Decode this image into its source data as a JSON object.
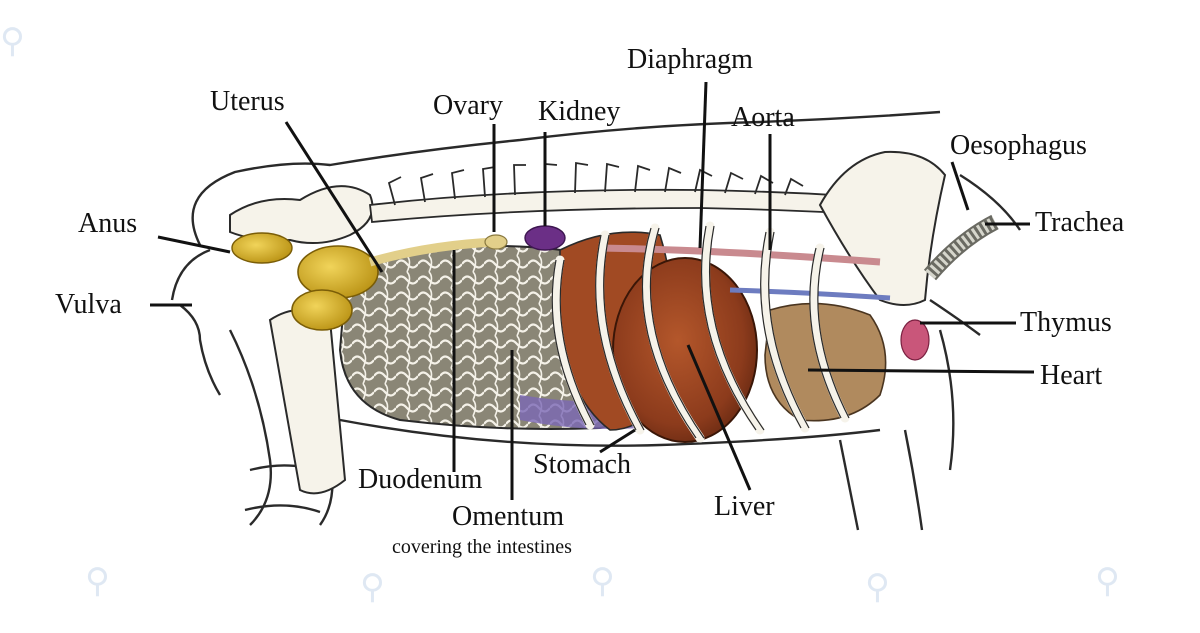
{
  "labels": {
    "diaphragm": "Diaphragm",
    "uterus": "Uterus",
    "ovary": "Ovary",
    "kidney": "Kidney",
    "aorta": "Aorta",
    "oesophagus": "Oesophagus",
    "anus": "Anus",
    "trachea": "Trachea",
    "vulva": "Vulva",
    "thymus": "Thymus",
    "heart": "Heart",
    "duodenum": "Duodenum",
    "stomach": "Stomach",
    "liver": "Liver",
    "omentum": "Omentum",
    "omentum_note": "covering the intestines"
  },
  "colors": {
    "outline": "#2a2a2a",
    "bone": "#f6f3ea",
    "liver": "#8c3b1c",
    "omentum": "#6f6a5c",
    "uterus": "#d9b21f",
    "kidney": "#6b2f86",
    "heart": "#b08a5e",
    "thymus": "#c9567a",
    "trachea": "#c8c8c0",
    "watermark": "#dfe8f3"
  }
}
